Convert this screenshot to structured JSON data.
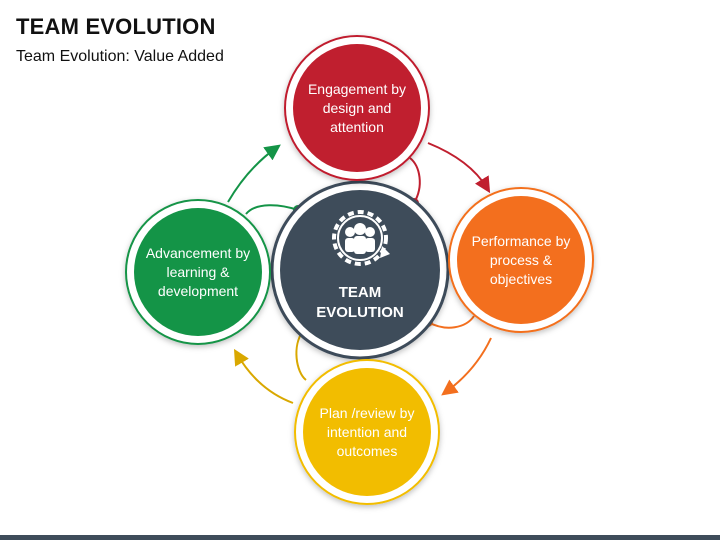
{
  "title": "TEAM EVOLUTION",
  "subtitle": "Team Evolution: Value Added",
  "center": {
    "label_line1": "TEAM",
    "label_line2": "EVOLUTION",
    "icon": "team-gear-icon",
    "color": "#3e4c5a"
  },
  "nodes": [
    {
      "id": "engagement",
      "text": "Engagement by design and attention",
      "color": "#c01f2f"
    },
    {
      "id": "performance",
      "text": "Performance by process & objectives",
      "color": "#f36f1e"
    },
    {
      "id": "plan",
      "text": "Plan /review by intention and outcomes",
      "color": "#f2bd00"
    },
    {
      "id": "advancement",
      "text": "Advancement by learning & development",
      "color": "#149447"
    }
  ],
  "footer_color": "#3e4c5a"
}
